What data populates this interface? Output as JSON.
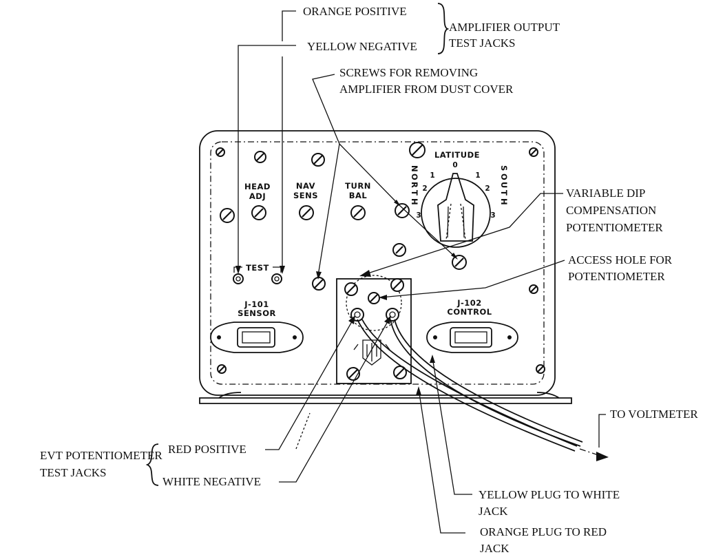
{
  "callouts": {
    "orange_positive": "ORANGE POSITIVE",
    "yellow_negative": "YELLOW NEGATIVE",
    "amplifier_output_line1": "AMPLIFIER OUTPUT",
    "amplifier_output_line2": "TEST JACKS",
    "screws_line1": "SCREWS FOR REMOVING",
    "screws_line2": "AMPLIFIER FROM DUST COVER",
    "variable_dip_line1": "VARIABLE DIP",
    "variable_dip_line2": "COMPENSATION",
    "variable_dip_line3": "POTENTIOMETER",
    "access_hole_line1": "ACCESS HOLE FOR",
    "access_hole_line2": "POTENTIOMETER",
    "to_voltmeter": "TO VOLTMETER",
    "red_positive": "RED POSITIVE",
    "white_negative": "WHITE NEGATIVE",
    "evt_line1": "EVT POTENTIOMETER",
    "evt_line2": "TEST JACKS",
    "yellow_plug_line1": "YELLOW PLUG TO WHITE",
    "yellow_plug_line2": "JACK",
    "orange_plug_line1": "ORANGE PLUG TO RED",
    "orange_plug_line2": "JACK"
  },
  "panel": {
    "head_adj_line1": "HEAD",
    "head_adj_line2": "ADJ",
    "nav_sens_line1": "NAV",
    "nav_sens_line2": "SENS",
    "turn_bal_line1": "TURN",
    "turn_bal_line2": "BAL",
    "test": "TEST",
    "j101_line1": "J-101",
    "j101_line2": "SENSOR",
    "j102_line1": "J-102",
    "j102_line2": "CONTROL",
    "latitude": "LATITUDE",
    "north": [
      "N",
      "O",
      "R",
      "T",
      "H"
    ],
    "south": [
      "S",
      "O",
      "U",
      "T",
      "H"
    ],
    "dial_numbers": {
      "zero": "0",
      "left_1": "1",
      "left_2": "2",
      "left_3": "3",
      "right_1": "1",
      "right_2": "2",
      "right_3": "3"
    }
  }
}
